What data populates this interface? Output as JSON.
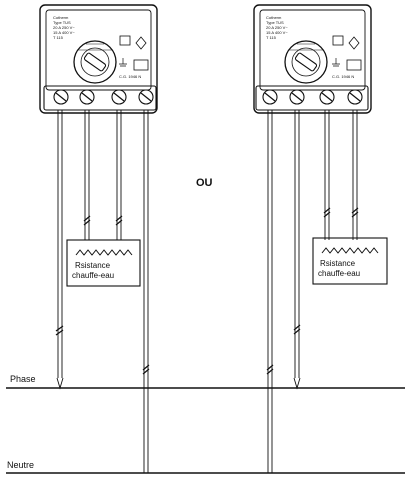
{
  "separator": "OU",
  "lines": {
    "phase_label": "Phase",
    "neutral_label": "Neutre"
  },
  "thermostat": {
    "brand": "Cotherm",
    "type": "Type TUS",
    "rating_1": "20 A 250 V~",
    "rating_2": "15 A 400 V~",
    "code": "T 115",
    "approval": "C.G. 1946 N"
  },
  "heater": {
    "label_line1": "Rsistance",
    "label_line2": "chauffe-eau"
  },
  "colors": {
    "stroke": "#111111",
    "background": "#ffffff"
  }
}
